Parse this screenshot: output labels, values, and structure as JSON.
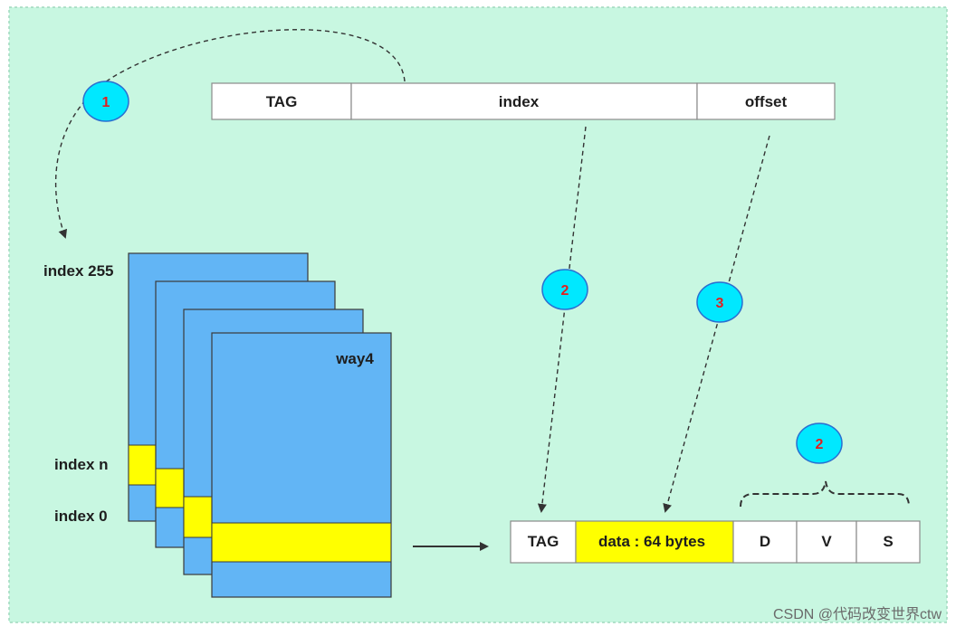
{
  "colors": {
    "background": "#c8f7e1",
    "way_fill": "#62b5f5",
    "highlight": "#ffff00",
    "badge_fill": "#00e8ff",
    "badge_text": "#e02020"
  },
  "address": {
    "fields": [
      "TAG",
      "index",
      "offset"
    ]
  },
  "cache": {
    "labels": {
      "top": "index 255",
      "mid": "index n",
      "bottom": "index 0",
      "way": "way4"
    }
  },
  "line": {
    "fields": [
      "TAG",
      "data : 64 bytes",
      "D",
      "V",
      "S"
    ]
  },
  "steps": {
    "step1": "1",
    "step2": "2",
    "step3": "3",
    "step2b": "2"
  },
  "watermark": "CSDN @代码改变世界ctw"
}
